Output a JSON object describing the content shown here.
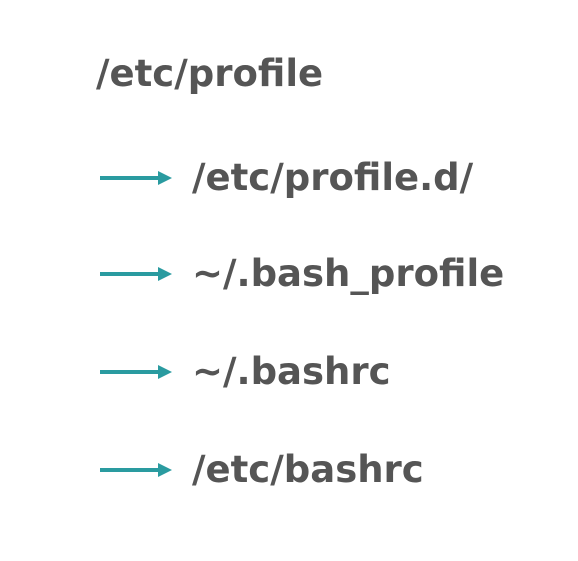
{
  "colors": {
    "text": "#555555",
    "arrow": "#2a9ba0",
    "background": "#ffffff"
  },
  "root": {
    "label": "/etc/profile"
  },
  "steps": [
    {
      "icon": "right-arrow-icon",
      "label": "/etc/profile.d/"
    },
    {
      "icon": "right-arrow-icon",
      "label": "~/.bash_profile"
    },
    {
      "icon": "right-arrow-icon",
      "label": "~/.bashrc"
    },
    {
      "icon": "right-arrow-icon",
      "label": "/etc/bashrc"
    }
  ]
}
